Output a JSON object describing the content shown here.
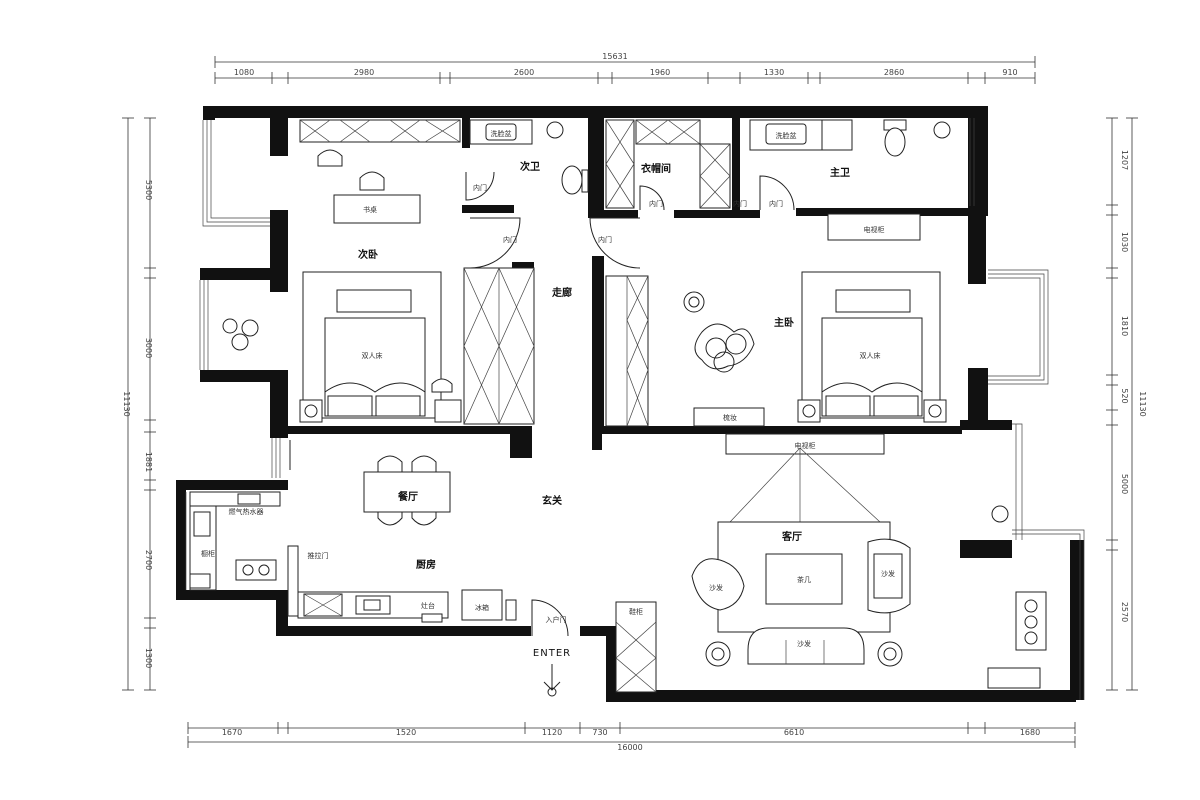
{
  "dimensions": {
    "top_overall": "15631",
    "top_segments": [
      "1080",
      "2980",
      "2600",
      "1960",
      "1330",
      "2860",
      "910"
    ],
    "bottom_overall": "16000",
    "bottom_segments": [
      "1670",
      "1520",
      "1120",
      "730",
      "6610",
      "1680"
    ],
    "left_overall": "11130",
    "left_segments": [
      "5300",
      "3000",
      "1881",
      "2700",
      "1300"
    ],
    "right_overall": "11130",
    "right_segments": [
      "1207",
      "1030",
      "1810",
      "520",
      "5000",
      "2570"
    ]
  },
  "rooms": {
    "guest_toilet": "次卫",
    "walk_in_closet": "衣帽间",
    "master_bath": "主卫",
    "second_bedroom": "次卧",
    "corridor": "走廊",
    "master_bedroom": "主卧",
    "dining_room": "餐厅",
    "foyer": "玄关",
    "kitchen": "厨房",
    "living_room": "客厅"
  },
  "labels": {
    "desk": "书桌",
    "double_bed_left": "双人床",
    "double_bed_right": "双人床",
    "inner_door_1": "内门",
    "inner_door_2": "内门",
    "inner_door_3": "内门",
    "inner_door_4": "内门",
    "inner_door_5": "内门",
    "inner_door_6": "内门",
    "sliding_door": "推拉门",
    "water_heater": "燃气热水器",
    "cabinet": "橱柜",
    "fridge": "冰箱",
    "entry_door": "入户门",
    "coffee_table": "茶几",
    "sofa_left": "沙发",
    "sofa_right": "沙发",
    "sofa_bottom": "沙发",
    "tv_cabinet": "电视柜",
    "tv_cabinet_master": "电视柜",
    "vanity": "梳妆",
    "shoe_cabinet": "鞋柜",
    "stove": "灶台",
    "washbasin_left": "洗脸盆",
    "washbasin_right": "洗脸盆",
    "entrance_text": "ENTER"
  }
}
